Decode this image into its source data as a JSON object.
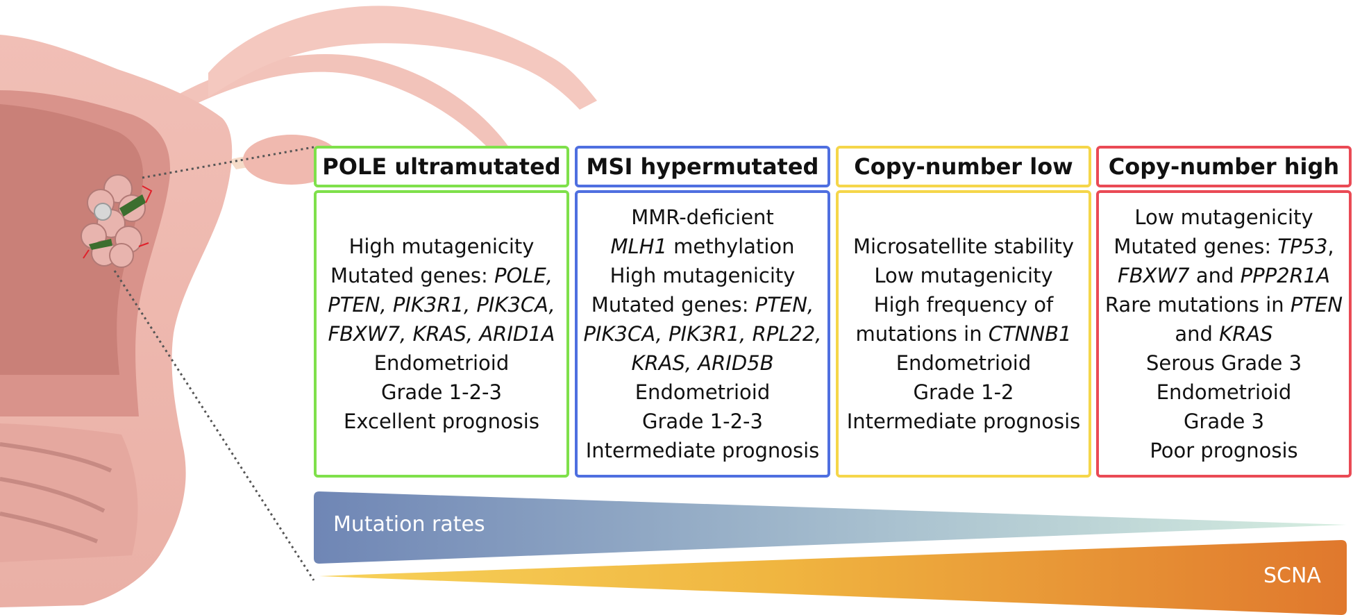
{
  "columns": [
    {
      "title": "POLE ultramutated",
      "color": "#7fe04b",
      "lines": [
        [
          {
            "t": "High mutagenicity"
          }
        ],
        [
          {
            "t": "Mutated genes: "
          },
          {
            "t": "POLE,",
            "i": true
          }
        ],
        [
          {
            "t": "PTEN, PIK3R1, PIK3CA,",
            "i": true
          }
        ],
        [
          {
            "t": "FBXW7, KRAS, ARID1A",
            "i": true
          }
        ],
        [
          {
            "t": "Endometrioid"
          }
        ],
        [
          {
            "t": "Grade 1-2-3"
          }
        ],
        [
          {
            "t": "Excellent prognosis"
          }
        ]
      ]
    },
    {
      "title": "MSI hypermutated",
      "color": "#4f6fe0",
      "lines": [
        [
          {
            "t": "MMR-deficient"
          }
        ],
        [
          {
            "t": "MLH1",
            "i": true
          },
          {
            "t": " methylation"
          }
        ],
        [
          {
            "t": "High mutagenicity"
          }
        ],
        [
          {
            "t": "Mutated genes: "
          },
          {
            "t": "PTEN,",
            "i": true
          }
        ],
        [
          {
            "t": "PIK3CA, PIK3R1, RPL22,",
            "i": true
          }
        ],
        [
          {
            "t": "KRAS,  ARID5B",
            "i": true
          }
        ],
        [
          {
            "t": "Endometrioid"
          }
        ],
        [
          {
            "t": "Grade 1-2-3"
          }
        ],
        [
          {
            "t": "Intermediate prognosis"
          }
        ]
      ]
    },
    {
      "title": "Copy-number low",
      "color": "#f5d64a",
      "lines": [
        [
          {
            "t": "Microsatellite stability"
          }
        ],
        [
          {
            "t": "Low mutagenicity"
          }
        ],
        [
          {
            "t": "High frequency of"
          }
        ],
        [
          {
            "t": "mutations in "
          },
          {
            "t": "CTNNB1",
            "i": true
          }
        ],
        [
          {
            "t": "Endometrioid"
          }
        ],
        [
          {
            "t": "Grade 1-2"
          }
        ],
        [
          {
            "t": "Intermediate prognosis"
          }
        ]
      ]
    },
    {
      "title": "Copy-number high",
      "color": "#ea4a55",
      "lines": [
        [
          {
            "t": "Low mutagenicity"
          }
        ],
        [
          {
            "t": "Mutated genes: "
          },
          {
            "t": "TP53",
            "i": true
          },
          {
            "t": ","
          }
        ],
        [
          {
            "t": "FBXW7",
            "i": true
          },
          {
            "t": " and "
          },
          {
            "t": "PPP2R1A",
            "i": true
          }
        ],
        [
          {
            "t": "Rare mutations in "
          },
          {
            "t": "PTEN",
            "i": true
          }
        ],
        [
          {
            "t": "and "
          },
          {
            "t": "KRAS",
            "i": true
          }
        ],
        [
          {
            "t": "Serous Grade 3"
          }
        ],
        [
          {
            "t": "Endometrioid"
          }
        ],
        [
          {
            "t": "Grade 3"
          }
        ],
        [
          {
            "t": "Poor prognosis"
          }
        ]
      ]
    }
  ],
  "gradients": {
    "mutation_rates": {
      "label": "Mutation rates",
      "color_start": "#6f86b5",
      "color_end": "#d6eee0"
    },
    "scna": {
      "label": "SCNA",
      "color_start": "#f7d25a",
      "color_end": "#e0782d"
    }
  },
  "illustration": {
    "organ": "uterus-illustration",
    "highlight": "tumor-cell-cluster"
  }
}
